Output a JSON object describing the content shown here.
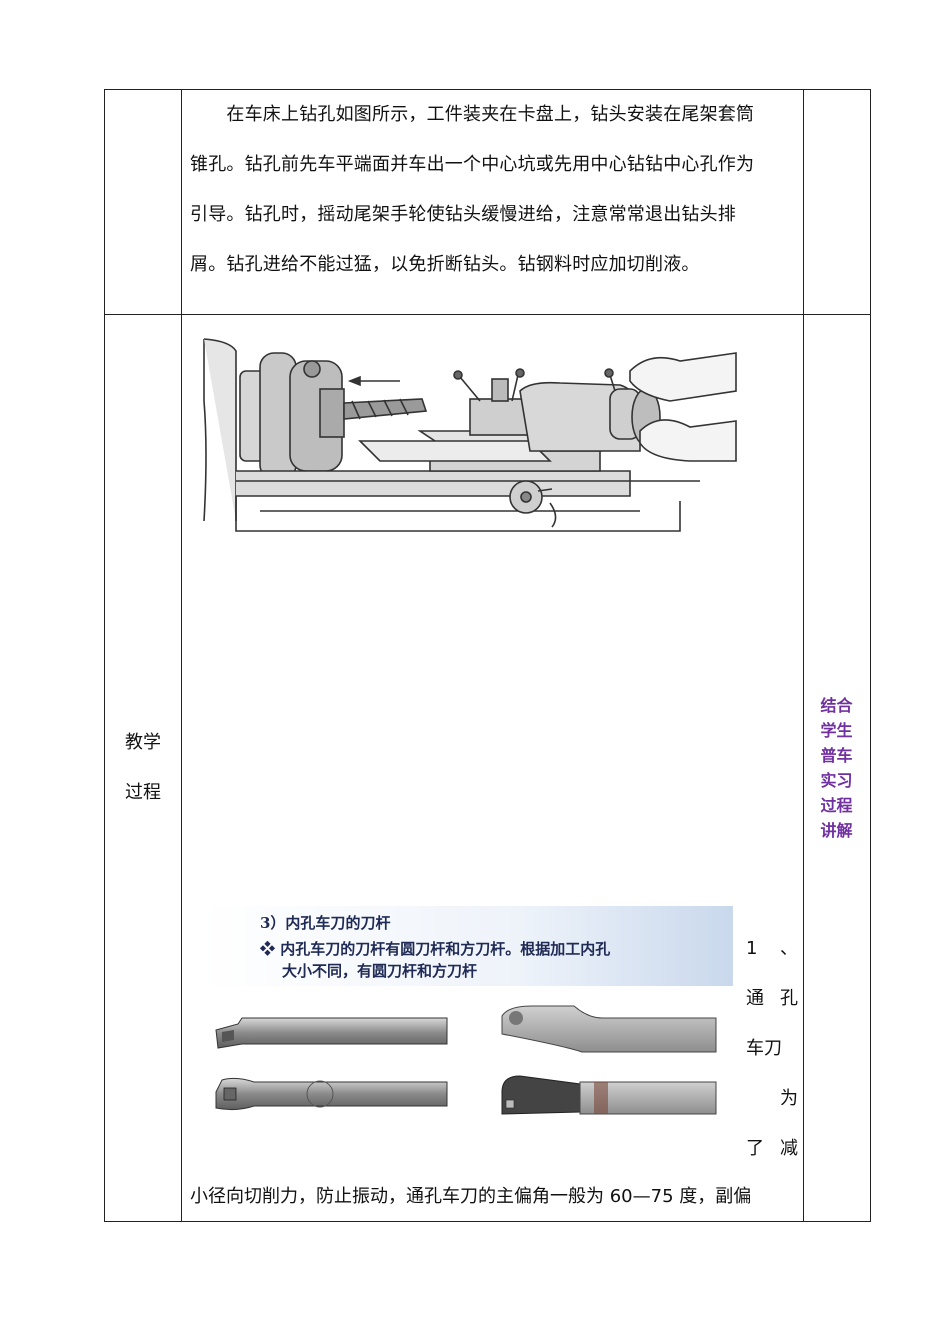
{
  "row1": {
    "lines": [
      "　　在车床上钻孔如图所示，工件装夹在卡盘上，钻头安装在尾架套筒",
      "锥孔。钻孔前先车平端面并车出一个中心坑或先用中心钻钻中心孔作为",
      "引导。钻孔时，摇动尾架手轮使钻头缓慢进给，注意常常退出钻头排",
      "屑。钻孔进给不能过猛，以免折断钻头。钻钢料时应加切削液。"
    ]
  },
  "row2": {
    "label_line1": "教学",
    "label_line2": "过程",
    "note_lines": [
      "结合",
      "学生",
      "普车",
      "实习",
      "过程",
      "讲解"
    ],
    "figure2": {
      "title": "3）内孔车刀的刀杆",
      "bullet_line1": "❖ 内孔车刀的刀杆有圆刀杆和方刀杆。根据加工内孔",
      "bullet_line2": "大小不同，有圆刀杆和方刀杆"
    },
    "side_text": [
      [
        "1",
        "、"
      ],
      [
        "通",
        "孔"
      ],
      [
        "车刀",
        ""
      ],
      [
        "",
        "为"
      ],
      [
        "了",
        "减"
      ]
    ],
    "last_line": "小径向切削力，防止振动，通孔车刀的主偏角一般为 60—75 度，副偏"
  },
  "colors": {
    "note": "#7030a0",
    "border": "#222222"
  }
}
